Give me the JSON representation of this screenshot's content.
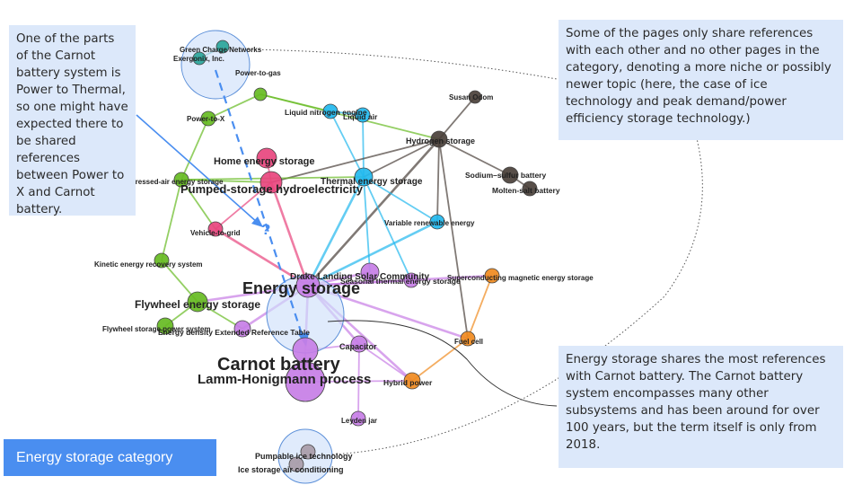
{
  "callouts": {
    "left": "One of the parts of the Carnot battery system is Power to Thermal, so one might have expected there to be shared references between Power to X and Carnot battery.",
    "top_right": "Some of the pages only share references with each other and no other pages in the category, denoting a more niche or possibly newer topic (here, the case of ice technology and peak demand/power efficiency storage technology.)",
    "bottom_right": "Energy storage shares the most references with Carnot battery. The Carnot battery system encompasses many other subsystems and has been around for over 100 years, but the term itself is only from 2018."
  },
  "category_label": "Energy storage category",
  "question_mark": "?",
  "colors": {
    "green": "#66bb22",
    "cyan": "#22b8ee",
    "dark": "#4a403a",
    "pink": "#e8457e",
    "purple": "#c77ee6",
    "orange": "#f08a1e",
    "teal": "#2aa59a",
    "gray": "#a89ba8",
    "highlight": "#cfe0fb",
    "highlight_stroke": "#5b8fd8",
    "dashed_arrow": "#4a8ef0"
  },
  "nodes": [
    {
      "id": "green_charge",
      "label": "Green Charge Networks",
      "color": "teal"
    },
    {
      "id": "exergonix",
      "label": "Exergonix, Inc.",
      "color": "teal"
    },
    {
      "id": "power_to_gas",
      "label": "Power-to-gas",
      "color": "green"
    },
    {
      "id": "power_to_x",
      "label": "Power-to-X",
      "color": "green"
    },
    {
      "id": "liquid_nitrogen",
      "label": "Liquid nitrogen engine",
      "color": "cyan"
    },
    {
      "id": "liquid_air",
      "label": "Liquid air",
      "color": "cyan"
    },
    {
      "id": "susan_odom",
      "label": "Susan Odom",
      "color": "dark"
    },
    {
      "id": "hydrogen_storage",
      "label": "Hydrogen storage",
      "color": "dark"
    },
    {
      "id": "sodium_sulfur",
      "label": "Sodium–sulfur battery",
      "color": "dark"
    },
    {
      "id": "molten_salt",
      "label": "Molten-salt battery",
      "color": "dark"
    },
    {
      "id": "home_energy",
      "label": "Home energy storage",
      "color": "pink"
    },
    {
      "id": "compressed_air",
      "label": "Compressed-air energy storage",
      "color": "green"
    },
    {
      "id": "pumped_storage",
      "label": "Pumped-storage hydroelectricity",
      "color": "pink"
    },
    {
      "id": "thermal_energy",
      "label": "Thermal energy storage",
      "color": "cyan"
    },
    {
      "id": "vehicle_to_grid",
      "label": "Vehicle-to-grid",
      "color": "pink"
    },
    {
      "id": "variable_renewable",
      "label": "Variable renewable energy",
      "color": "cyan"
    },
    {
      "id": "kinetic_recovery",
      "label": "Kinetic energy recovery system",
      "color": "green"
    },
    {
      "id": "drake_landing",
      "label": "Drake Landing Solar Community",
      "color": "purple"
    },
    {
      "id": "energy_storage",
      "label": "Energy storage",
      "color": "purple"
    },
    {
      "id": "seasonal_thermal",
      "label": "Seasonal thermal energy storage",
      "color": "purple"
    },
    {
      "id": "superconducting",
      "label": "Superconducting magnetic energy storage",
      "color": "orange"
    },
    {
      "id": "flywheel",
      "label": "Flywheel energy storage",
      "color": "green"
    },
    {
      "id": "flywheel_power",
      "label": "Flywheel storage power system",
      "color": "green"
    },
    {
      "id": "energy_density",
      "label": "Energy density Extended Reference Table",
      "color": "purple"
    },
    {
      "id": "capacitor",
      "label": "Capacitor",
      "color": "purple"
    },
    {
      "id": "fuel_cell",
      "label": "Fuel cell",
      "color": "orange"
    },
    {
      "id": "carnot",
      "label": "Carnot battery",
      "color": "purple"
    },
    {
      "id": "lamm",
      "label": "Lamm-Honigmann process",
      "color": "purple"
    },
    {
      "id": "hybrid_power",
      "label": "Hybrid power",
      "color": "orange"
    },
    {
      "id": "leyden",
      "label": "Leyden jar",
      "color": "purple"
    },
    {
      "id": "pumpable_ice",
      "label": "Pumpable ice technology",
      "color": "gray"
    },
    {
      "id": "ice_storage",
      "label": "Ice storage air conditioning",
      "color": "gray"
    }
  ],
  "edges": [
    [
      "green_charge",
      "exergonix"
    ],
    [
      "power_to_gas",
      "power_to_x"
    ],
    [
      "power_to_gas",
      "liquid_nitrogen"
    ],
    [
      "power_to_gas",
      "hydrogen_storage"
    ],
    [
      "power_to_x",
      "compressed_air"
    ],
    [
      "liquid_nitrogen",
      "liquid_air"
    ],
    [
      "liquid_air",
      "thermal_energy"
    ],
    [
      "liquid_nitrogen",
      "thermal_energy"
    ],
    [
      "susan_odom",
      "hydrogen_storage"
    ],
    [
      "hydrogen_storage",
      "sodium_sulfur"
    ],
    [
      "sodium_sulfur",
      "molten_salt"
    ],
    [
      "hydrogen_storage",
      "pumped_storage"
    ],
    [
      "hydrogen_storage",
      "thermal_energy"
    ],
    [
      "hydrogen_storage",
      "variable_renewable"
    ],
    [
      "hydrogen_storage",
      "energy_storage"
    ],
    [
      "hydrogen_storage",
      "fuel_cell"
    ],
    [
      "home_energy",
      "pumped_storage"
    ],
    [
      "compressed_air",
      "pumped_storage"
    ],
    [
      "compressed_air",
      "thermal_energy"
    ],
    [
      "compressed_air",
      "vehicle_to_grid"
    ],
    [
      "compressed_air",
      "kinetic_recovery"
    ],
    [
      "pumped_storage",
      "vehicle_to_grid"
    ],
    [
      "pumped_storage",
      "energy_storage"
    ],
    [
      "thermal_energy",
      "variable_renewable"
    ],
    [
      "thermal_energy",
      "energy_storage"
    ],
    [
      "thermal_energy",
      "drake_landing"
    ],
    [
      "thermal_energy",
      "seasonal_thermal"
    ],
    [
      "variable_renewable",
      "energy_storage"
    ],
    [
      "vehicle_to_grid",
      "energy_storage"
    ],
    [
      "kinetic_recovery",
      "flywheel"
    ],
    [
      "energy_storage",
      "drake_landing"
    ],
    [
      "energy_storage",
      "seasonal_thermal"
    ],
    [
      "energy_storage",
      "superconducting"
    ],
    [
      "energy_storage",
      "flywheel"
    ],
    [
      "energy_storage",
      "energy_density"
    ],
    [
      "energy_storage",
      "carnot"
    ],
    [
      "energy_storage",
      "capacitor"
    ],
    [
      "energy_storage",
      "fuel_cell"
    ],
    [
      "energy_storage",
      "hybrid_power"
    ],
    [
      "flywheel",
      "flywheel_power"
    ],
    [
      "flywheel",
      "energy_density"
    ],
    [
      "carnot",
      "lamm"
    ],
    [
      "carnot",
      "capacitor"
    ],
    [
      "capacitor",
      "leyden"
    ],
    [
      "capacitor",
      "hybrid_power"
    ],
    [
      "fuel_cell",
      "hybrid_power"
    ],
    [
      "superconducting",
      "fuel_cell"
    ],
    [
      "lamm",
      "hybrid_power"
    ],
    [
      "pumpable_ice",
      "ice_storage"
    ]
  ]
}
